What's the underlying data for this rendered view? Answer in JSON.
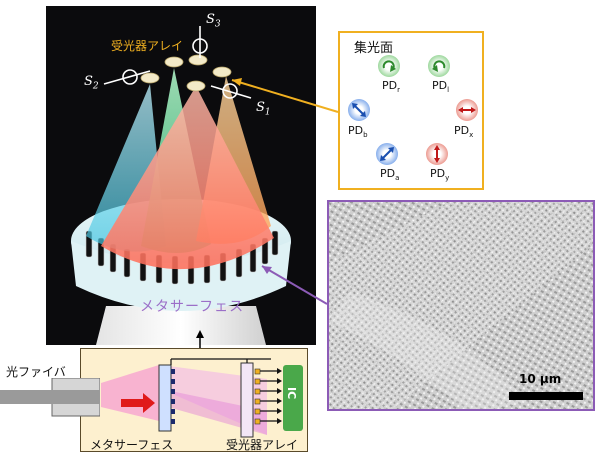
{
  "labels": {
    "pd_array": "受光器アレイ",
    "metasurface": "メタサーフェス",
    "s1": "S",
    "s1_sub": "1",
    "s2": "S",
    "s2_sub": "2",
    "s3": "S",
    "s3_sub": "3"
  },
  "pd_panel": {
    "title": "集光面",
    "items": [
      {
        "label": "PD",
        "sub": "r",
        "color": "#5fbf5f",
        "arrow": "circ-cw"
      },
      {
        "label": "PD",
        "sub": "l",
        "color": "#5fbf5f",
        "arrow": "circ-ccw"
      },
      {
        "label": "PD",
        "sub": "b",
        "color": "#3a7be0",
        "arrow": "diag-down"
      },
      {
        "label": "PD",
        "sub": "x",
        "color": "#e05a4a",
        "arrow": "horiz"
      },
      {
        "label": "PD",
        "sub": "a",
        "color": "#3a7be0",
        "arrow": "diag-up"
      },
      {
        "label": "PD",
        "sub": "y",
        "color": "#e05a4a",
        "arrow": "vert"
      }
    ]
  },
  "sem": {
    "scale_label": "10 μm"
  },
  "schematic": {
    "fiber_label": "光ファイバ",
    "metasurface_label": "メタサーフェス",
    "pd_array_label": "受光器アレイ",
    "ic_label": "IC"
  },
  "colors": {
    "accent_orange": "#f0b020",
    "accent_purple": "#8c5bb6",
    "ic_green": "#4aa84a"
  }
}
